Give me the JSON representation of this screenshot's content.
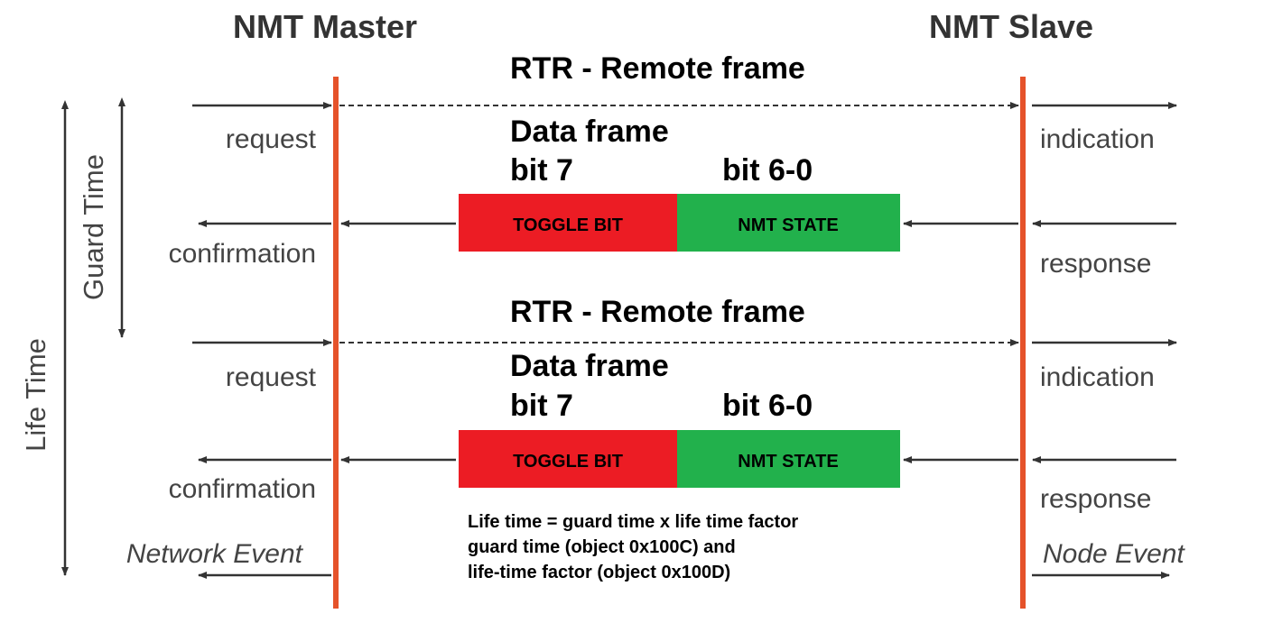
{
  "header": {
    "master": "NMT Master",
    "slave": "NMT Slave"
  },
  "axes": {
    "life_time": "Life Time",
    "guard_time": "Guard Time"
  },
  "colors": {
    "lifeline": "#e5522a",
    "toggle": "#ec1c24",
    "state": "#22b14c",
    "arrow": "#333333"
  },
  "cycles": [
    {
      "remote_frame": "RTR - Remote frame",
      "data_frame": "Data frame",
      "bit_high": "bit 7",
      "bit_low": "bit 6-0",
      "toggle_box": "TOGGLE BIT",
      "state_box": "NMT STATE",
      "request": "request",
      "indication": "indication",
      "confirmation": "confirmation",
      "response": "response"
    },
    {
      "remote_frame": "RTR - Remote frame",
      "data_frame": "Data frame",
      "bit_high": "bit 7",
      "bit_low": "bit 6-0",
      "toggle_box": "TOGGLE BIT",
      "state_box": "NMT STATE",
      "request": "request",
      "indication": "indication",
      "confirmation": "confirmation",
      "response": "response"
    }
  ],
  "events": {
    "network": "Network Event",
    "node": "Node Event"
  },
  "note": {
    "line1": "Life time = guard time x life time factor",
    "line2": "guard time (object 0x100C) and",
    "line3": "life-time factor (object 0x100D)"
  }
}
